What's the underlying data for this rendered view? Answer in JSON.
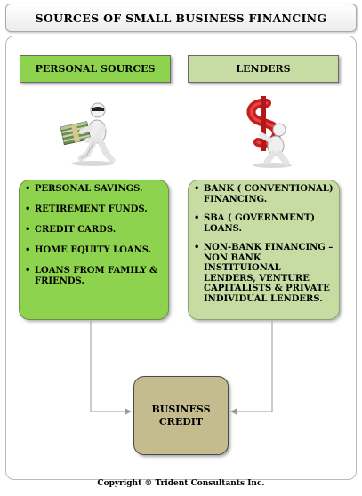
{
  "title": "SOURCES OF SMALL BUSINESS FINANCING",
  "left_column": {
    "header": "PERSONAL SOURCES",
    "icon": "person-carrying-money-icon",
    "items": [
      "PERSONAL SAVINGS.",
      "RETIREMENT FUNDS.",
      "CREDIT CARDS.",
      "HOME EQUITY LOANS.",
      "LOANS FROM FAMILY & FRIENDS."
    ],
    "color": "#8ed34e"
  },
  "right_column": {
    "header": "LENDERS",
    "icon": "person-carrying-dollar-sign-icon",
    "items": [
      "BANK ( CONVENTIONAL) FINANCING.",
      "SBA ( GOVERNMENT) LOANS.",
      "NON-BANK FINANCING – NON BANK INSTITUIONAL LENDERS, VENTURE CAPITALISTS & PRIVATE INDIVIDUAL LENDERS."
    ],
    "color": "#c7dca3"
  },
  "center": {
    "line1": "BUSINESS",
    "line2": "CREDIT",
    "color": "#c4bc8e"
  },
  "copyright": "Copyright ® Trident Consultants Inc."
}
